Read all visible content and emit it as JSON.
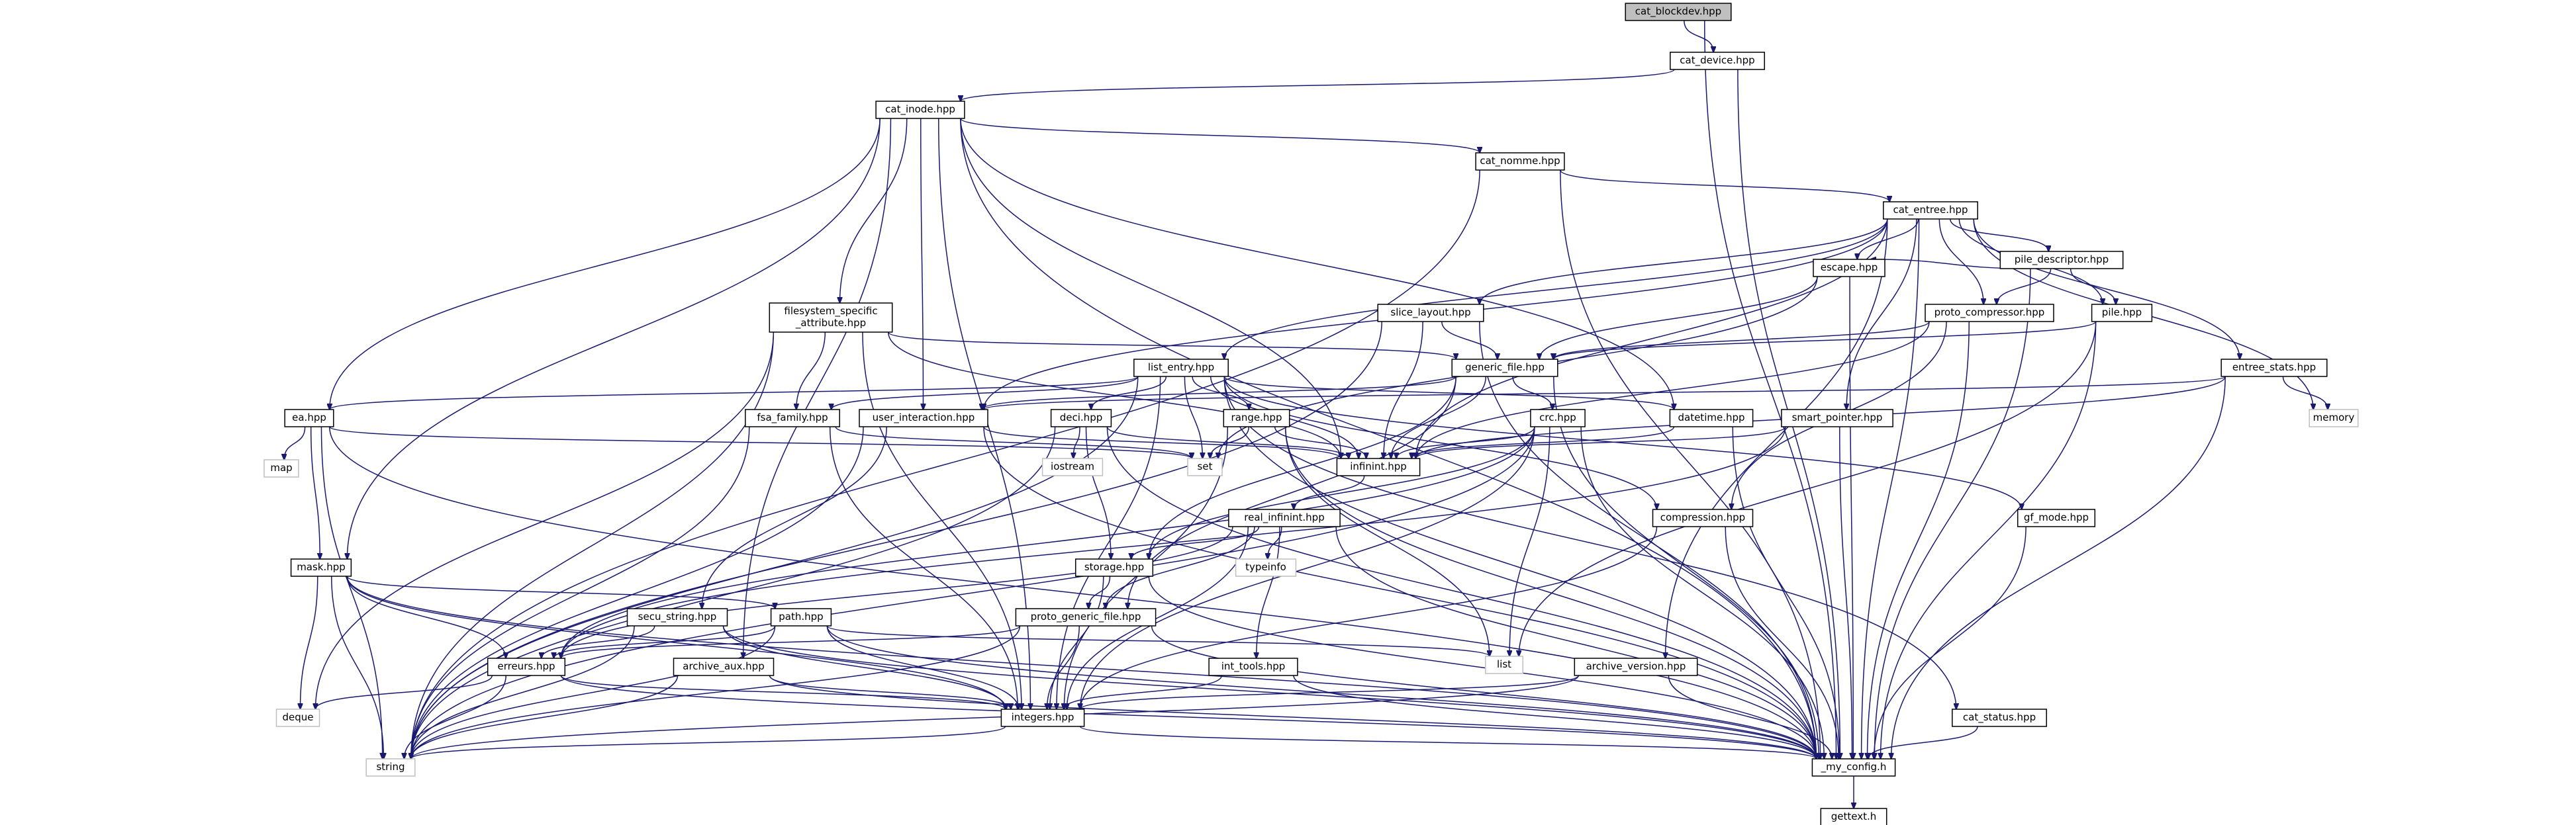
{
  "nodes": [
    {
      "id": "cat_blockdev",
      "label": "cat_blockdev.hpp",
      "kind": "root"
    },
    {
      "id": "cat_device",
      "label": "cat_device.hpp",
      "kind": "header"
    },
    {
      "id": "cat_inode",
      "label": "cat_inode.hpp",
      "kind": "header"
    },
    {
      "id": "cat_nomme",
      "label": "cat_nomme.hpp",
      "kind": "header"
    },
    {
      "id": "cat_entree",
      "label": "cat_entree.hpp",
      "kind": "header"
    },
    {
      "id": "pile_descriptor",
      "label": "pile_descriptor.hpp",
      "kind": "header"
    },
    {
      "id": "escape",
      "label": "escape.hpp",
      "kind": "header"
    },
    {
      "id": "proto_compressor",
      "label": "proto_compressor.hpp",
      "kind": "header"
    },
    {
      "id": "pile",
      "label": "pile.hpp",
      "kind": "header"
    },
    {
      "id": "slice_layout",
      "label": "slice_layout.hpp",
      "kind": "header"
    },
    {
      "id": "fsa",
      "label": "filesystem_specific\n_attribute.hpp",
      "kind": "header"
    },
    {
      "id": "generic_file",
      "label": "generic_file.hpp",
      "kind": "header"
    },
    {
      "id": "entree_stats",
      "label": "entree_stats.hpp",
      "kind": "header"
    },
    {
      "id": "memory",
      "label": "memory",
      "kind": "system"
    },
    {
      "id": "list_entry",
      "label": "list_entry.hpp",
      "kind": "header"
    },
    {
      "id": "ea",
      "label": "ea.hpp",
      "kind": "header"
    },
    {
      "id": "fsa_family",
      "label": "fsa_family.hpp",
      "kind": "header"
    },
    {
      "id": "user_interaction",
      "label": "user_interaction.hpp",
      "kind": "header"
    },
    {
      "id": "deci",
      "label": "deci.hpp",
      "kind": "header"
    },
    {
      "id": "range",
      "label": "range.hpp",
      "kind": "header"
    },
    {
      "id": "crc",
      "label": "crc.hpp",
      "kind": "header"
    },
    {
      "id": "datetime",
      "label": "datetime.hpp",
      "kind": "header"
    },
    {
      "id": "smart_pointer",
      "label": "smart_pointer.hpp",
      "kind": "header"
    },
    {
      "id": "map",
      "label": "map",
      "kind": "system"
    },
    {
      "id": "set",
      "label": "set",
      "kind": "system"
    },
    {
      "id": "iostream",
      "label": "iostream",
      "kind": "system"
    },
    {
      "id": "infinint",
      "label": "infinint.hpp",
      "kind": "header"
    },
    {
      "id": "real_infinint",
      "label": "real_infinint.hpp",
      "kind": "header"
    },
    {
      "id": "typeinfo",
      "label": "typeinfo",
      "kind": "system"
    },
    {
      "id": "compression",
      "label": "compression.hpp",
      "kind": "header"
    },
    {
      "id": "gf_mode",
      "label": "gf_mode.hpp",
      "kind": "header"
    },
    {
      "id": "mask",
      "label": "mask.hpp",
      "kind": "header"
    },
    {
      "id": "storage",
      "label": "storage.hpp",
      "kind": "header"
    },
    {
      "id": "secu_string",
      "label": "secu_string.hpp",
      "kind": "header"
    },
    {
      "id": "path",
      "label": "path.hpp",
      "kind": "header"
    },
    {
      "id": "proto_generic_file",
      "label": "proto_generic_file.hpp",
      "kind": "header"
    },
    {
      "id": "list",
      "label": "list",
      "kind": "system"
    },
    {
      "id": "erreurs",
      "label": "erreurs.hpp",
      "kind": "header"
    },
    {
      "id": "archive_aux",
      "label": "archive_aux.hpp",
      "kind": "header"
    },
    {
      "id": "int_tools",
      "label": "int_tools.hpp",
      "kind": "header"
    },
    {
      "id": "archive_version",
      "label": "archive_version.hpp",
      "kind": "header"
    },
    {
      "id": "deque",
      "label": "deque",
      "kind": "system"
    },
    {
      "id": "integers",
      "label": "integers.hpp",
      "kind": "header"
    },
    {
      "id": "cat_status",
      "label": "cat_status.hpp",
      "kind": "header"
    },
    {
      "id": "string",
      "label": "string",
      "kind": "system"
    },
    {
      "id": "my_config",
      "label": "_my_config.h",
      "kind": "header"
    },
    {
      "id": "gettext",
      "label": "gettext.h",
      "kind": "header"
    }
  ],
  "edges": [
    [
      "cat_blockdev",
      "cat_device"
    ],
    [
      "cat_blockdev",
      "my_config"
    ],
    [
      "cat_device",
      "cat_inode"
    ],
    [
      "cat_device",
      "my_config"
    ],
    [
      "cat_inode",
      "cat_nomme"
    ],
    [
      "cat_inode",
      "infinint"
    ],
    [
      "cat_inode",
      "ea"
    ],
    [
      "cat_inode",
      "fsa"
    ],
    [
      "cat_inode",
      "user_interaction"
    ],
    [
      "cat_inode",
      "datetime"
    ],
    [
      "cat_inode",
      "integers"
    ],
    [
      "cat_inode",
      "mask"
    ],
    [
      "cat_inode",
      "archive_aux"
    ],
    [
      "cat_inode",
      "my_config"
    ],
    [
      "cat_nomme",
      "cat_entree"
    ],
    [
      "cat_nomme",
      "string"
    ],
    [
      "cat_nomme",
      "my_config"
    ],
    [
      "cat_entree",
      "pile_descriptor"
    ],
    [
      "cat_entree",
      "escape"
    ],
    [
      "cat_entree",
      "proto_compressor"
    ],
    [
      "cat_entree",
      "pile"
    ],
    [
      "cat_entree",
      "entree_stats"
    ],
    [
      "cat_entree",
      "slice_layout"
    ],
    [
      "cat_entree",
      "list_entry"
    ],
    [
      "cat_entree",
      "user_interaction"
    ],
    [
      "cat_entree",
      "infinint"
    ],
    [
      "cat_entree",
      "smart_pointer"
    ],
    [
      "cat_entree",
      "memory"
    ],
    [
      "cat_entree",
      "archive_version"
    ],
    [
      "cat_entree",
      "my_config"
    ],
    [
      "pile_descriptor",
      "escape"
    ],
    [
      "pile_descriptor",
      "proto_compressor"
    ],
    [
      "pile_descriptor",
      "pile"
    ],
    [
      "pile_descriptor",
      "my_config"
    ],
    [
      "escape",
      "generic_file"
    ],
    [
      "escape",
      "set"
    ],
    [
      "escape",
      "my_config"
    ],
    [
      "proto_compressor",
      "generic_file"
    ],
    [
      "proto_compressor",
      "compression"
    ],
    [
      "proto_compressor",
      "infinint"
    ],
    [
      "proto_compressor",
      "my_config"
    ],
    [
      "pile",
      "generic_file"
    ],
    [
      "pile",
      "list"
    ],
    [
      "pile",
      "my_config"
    ],
    [
      "slice_layout",
      "generic_file"
    ],
    [
      "slice_layout",
      "infinint"
    ],
    [
      "slice_layout",
      "string"
    ],
    [
      "slice_layout",
      "my_config"
    ],
    [
      "fsa",
      "generic_file"
    ],
    [
      "fsa",
      "fsa_family"
    ],
    [
      "fsa",
      "integers"
    ],
    [
      "fsa",
      "deque"
    ],
    [
      "fsa",
      "string"
    ],
    [
      "fsa",
      "infinint"
    ],
    [
      "generic_file",
      "crc"
    ],
    [
      "generic_file",
      "user_interaction"
    ],
    [
      "generic_file",
      "infinint"
    ],
    [
      "generic_file",
      "storage"
    ],
    [
      "generic_file",
      "proto_generic_file"
    ],
    [
      "generic_file",
      "my_config"
    ],
    [
      "entree_stats",
      "infinint"
    ],
    [
      "entree_stats",
      "user_interaction"
    ],
    [
      "entree_stats",
      "memory"
    ],
    [
      "entree_stats",
      "my_config"
    ],
    [
      "list_entry",
      "ea"
    ],
    [
      "list_entry",
      "fsa_family"
    ],
    [
      "list_entry",
      "deci"
    ],
    [
      "list_entry",
      "range"
    ],
    [
      "list_entry",
      "datetime"
    ],
    [
      "list_entry",
      "infinint"
    ],
    [
      "list_entry",
      "set"
    ],
    [
      "list_entry",
      "compression"
    ],
    [
      "list_entry",
      "gf_mode"
    ],
    [
      "list_entry",
      "cat_status"
    ],
    [
      "list_entry",
      "integers"
    ],
    [
      "list_entry",
      "string"
    ],
    [
      "list_entry",
      "my_config"
    ],
    [
      "ea",
      "map"
    ],
    [
      "ea",
      "set"
    ],
    [
      "ea",
      "mask"
    ],
    [
      "ea",
      "string"
    ],
    [
      "ea",
      "my_config"
    ],
    [
      "fsa_family",
      "set"
    ],
    [
      "fsa_family",
      "string"
    ],
    [
      "fsa_family",
      "integers"
    ],
    [
      "user_interaction",
      "secu_string"
    ],
    [
      "user_interaction",
      "infinint"
    ],
    [
      "user_interaction",
      "string"
    ],
    [
      "user_interaction",
      "my_config"
    ],
    [
      "deci",
      "storage"
    ],
    [
      "deci",
      "infinint"
    ],
    [
      "deci",
      "iostream"
    ],
    [
      "deci",
      "string"
    ],
    [
      "deci",
      "my_config"
    ],
    [
      "range",
      "set"
    ],
    [
      "range",
      "list"
    ],
    [
      "range",
      "infinint"
    ],
    [
      "range",
      "integers"
    ],
    [
      "range",
      "my_config"
    ],
    [
      "crc",
      "infinint"
    ],
    [
      "crc",
      "storage"
    ],
    [
      "crc",
      "integers"
    ],
    [
      "crc",
      "list"
    ],
    [
      "crc",
      "string"
    ],
    [
      "crc",
      "erreurs"
    ],
    [
      "crc",
      "my_config"
    ],
    [
      "datetime",
      "infinint"
    ],
    [
      "datetime",
      "my_config"
    ],
    [
      "smart_pointer",
      "infinint"
    ],
    [
      "smart_pointer",
      "erreurs"
    ],
    [
      "smart_pointer",
      "my_config"
    ],
    [
      "infinint",
      "real_infinint"
    ],
    [
      "real_infinint",
      "storage"
    ],
    [
      "real_infinint",
      "proto_generic_file"
    ],
    [
      "real_infinint",
      "int_tools"
    ],
    [
      "real_infinint",
      "integers"
    ],
    [
      "real_infinint",
      "typeinfo"
    ],
    [
      "real_infinint",
      "erreurs"
    ],
    [
      "real_infinint",
      "my_config"
    ],
    [
      "compression",
      "integers"
    ],
    [
      "compression",
      "my_config"
    ],
    [
      "gf_mode",
      "my_config"
    ],
    [
      "mask",
      "path"
    ],
    [
      "mask",
      "erreurs"
    ],
    [
      "mask",
      "deque"
    ],
    [
      "mask",
      "string"
    ],
    [
      "mask",
      "my_config"
    ],
    [
      "mask",
      "integers"
    ],
    [
      "storage",
      "proto_generic_file"
    ],
    [
      "storage",
      "integers"
    ],
    [
      "storage",
      "my_config"
    ],
    [
      "secu_string",
      "erreurs"
    ],
    [
      "secu_string",
      "integers"
    ],
    [
      "secu_string",
      "string"
    ],
    [
      "secu_string",
      "my_config"
    ],
    [
      "path",
      "erreurs"
    ],
    [
      "path",
      "list"
    ],
    [
      "path",
      "string"
    ],
    [
      "path",
      "integers"
    ],
    [
      "path",
      "my_config"
    ],
    [
      "proto_generic_file",
      "erreurs"
    ],
    [
      "proto_generic_file",
      "integers"
    ],
    [
      "proto_generic_file",
      "string"
    ],
    [
      "proto_generic_file",
      "my_config"
    ],
    [
      "erreurs",
      "integers"
    ],
    [
      "erreurs",
      "deque"
    ],
    [
      "erreurs",
      "string"
    ],
    [
      "erreurs",
      "my_config"
    ],
    [
      "archive_aux",
      "integers"
    ],
    [
      "archive_aux",
      "string"
    ],
    [
      "archive_aux",
      "my_config"
    ],
    [
      "int_tools",
      "integers"
    ],
    [
      "int_tools",
      "my_config"
    ],
    [
      "archive_version",
      "integers"
    ],
    [
      "archive_version",
      "string"
    ],
    [
      "archive_version",
      "my_config"
    ],
    [
      "integers",
      "string"
    ],
    [
      "integers",
      "my_config"
    ],
    [
      "cat_status",
      "my_config"
    ],
    [
      "my_config",
      "gettext"
    ]
  ]
}
